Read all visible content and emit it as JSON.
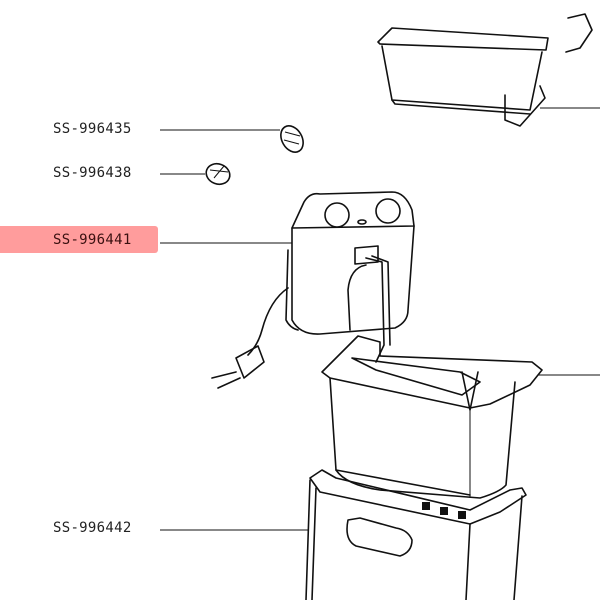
{
  "diagram": {
    "parts": [
      {
        "code": "SS-996435",
        "highlighted": false
      },
      {
        "code": "SS-996438",
        "highlighted": false
      },
      {
        "code": "SS-996441",
        "highlighted": true
      },
      {
        "code": "SS-996442",
        "highlighted": false
      }
    ],
    "highlight_color": "#ff9c9c"
  }
}
